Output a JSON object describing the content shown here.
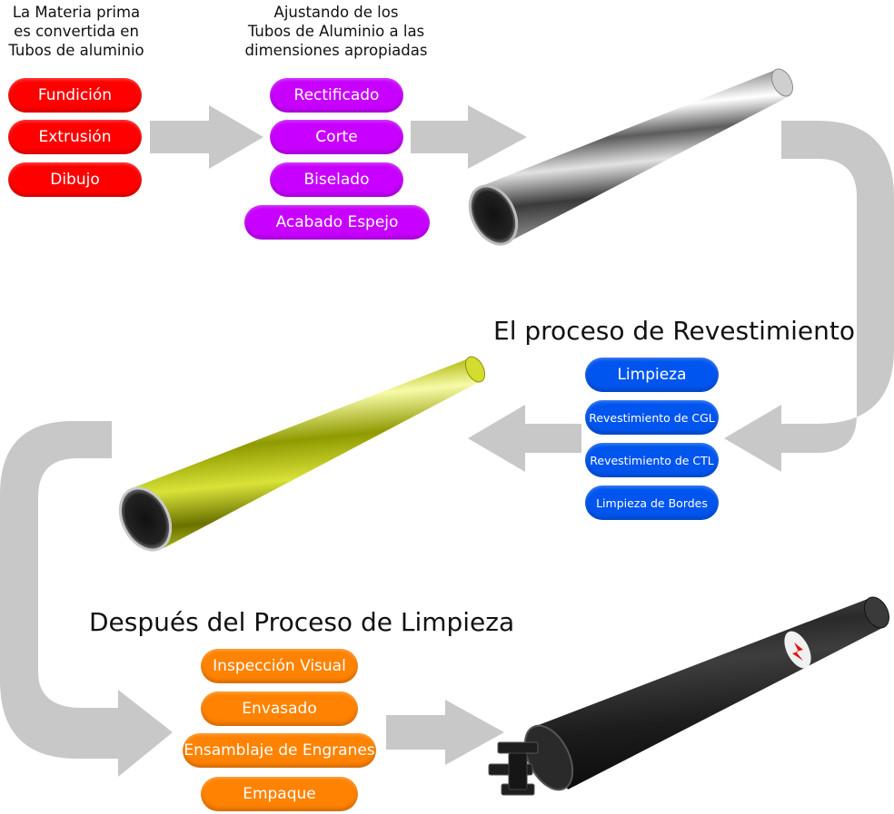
{
  "stage1": {
    "caption": [
      "La Materia prima",
      "es convertida en",
      "Tubos de aluminio"
    ],
    "steps": [
      "Fundición",
      "Extrusión",
      "Dibujo"
    ]
  },
  "stage2": {
    "caption": [
      "Ajustando de los",
      "Tubos de Aluminio a las",
      "dimensiones apropiadas"
    ],
    "steps": [
      "Rectificado",
      "Corte",
      "Biselado",
      "Acabado Espejo"
    ]
  },
  "stage3": {
    "heading": "El proceso de Revestimiento",
    "steps": [
      "Limpieza",
      "Revestimiento de CGL",
      "Revestimiento de CTL",
      "Limpieza de Bordes"
    ]
  },
  "stage4": {
    "heading": "Después del Proceso de Limpieza",
    "steps": [
      "Inspección Visual",
      "Envasado",
      "Ensamblaje de Engranes",
      "Empaque"
    ]
  },
  "colors": {
    "red": "#ff0000",
    "purple": "#c800ff",
    "blue": "#0055ee",
    "orange": "#ff8200",
    "arrow": "#c8c8c8"
  }
}
